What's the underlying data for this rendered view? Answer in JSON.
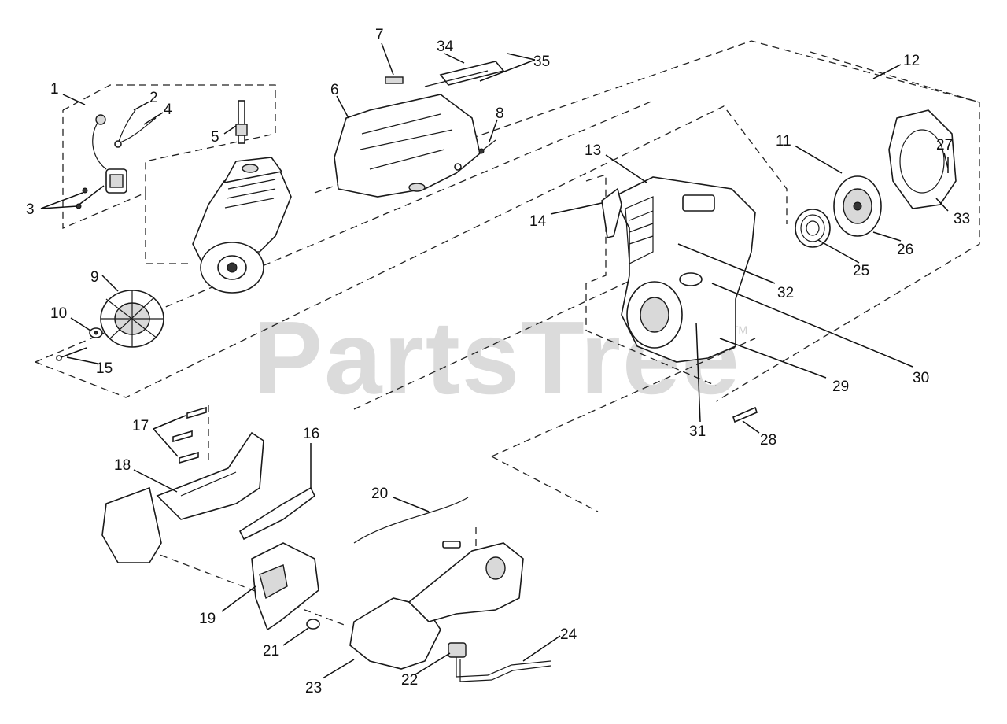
{
  "watermark": {
    "text": "PartsTree",
    "tm": "TM"
  },
  "callouts": {
    "c1": "1",
    "c2": "2",
    "c3": "3",
    "c4": "4",
    "c5": "5",
    "c6": "6",
    "c7": "7",
    "c8": "8",
    "c9": "9",
    "c10": "10",
    "c11": "11",
    "c12": "12",
    "c13": "13",
    "c14": "14",
    "c15": "15",
    "c16": "16",
    "c17": "17",
    "c18": "18",
    "c19": "19",
    "c20": "20",
    "c21": "21",
    "c22": "22",
    "c23": "23",
    "c24": "24",
    "c25": "25",
    "c26": "26",
    "c27": "27",
    "c28": "28",
    "c29": "29",
    "c30": "30",
    "c31": "31",
    "c32": "32",
    "c33": "33",
    "c34": "34",
    "c35": "35"
  }
}
